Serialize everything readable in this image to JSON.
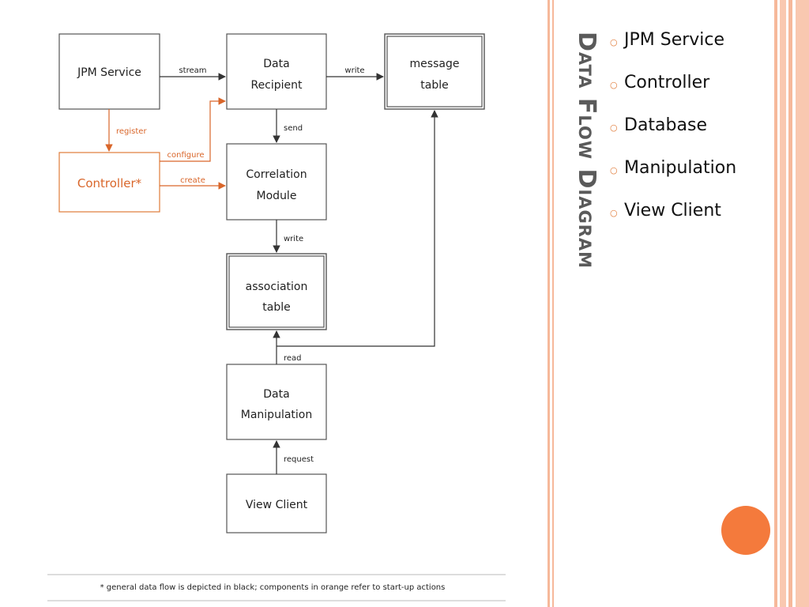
{
  "slide": {
    "title": "Data Flow Diagram",
    "bullets": [
      "JPM Service",
      "Controller",
      "Database",
      "Manipulation",
      "View Client"
    ]
  },
  "diagram": {
    "nodes": {
      "jpm_service": "JPM Service",
      "data_recipient": [
        "Data",
        "Recipient"
      ],
      "message_table": [
        "message",
        "table"
      ],
      "controller": "Controller*",
      "correlation_module": [
        "Correlation",
        "Module"
      ],
      "association_table": [
        "association",
        "table"
      ],
      "data_manipulation": [
        "Data",
        "Manipulation"
      ],
      "view_client": "View Client"
    },
    "edges": {
      "stream": "stream",
      "write_message": "write",
      "register": "register",
      "configure": "configure",
      "create": "create",
      "send": "send",
      "write_association": "write",
      "read": "read",
      "request": "request"
    },
    "footnote": "* general data flow is depicted in black; components in orange refer to start-up actions"
  },
  "colors": {
    "accent_orange": "#e07b39",
    "dot_orange": "#f47a3c",
    "stripe_peach": "#f9c8b0",
    "title_gray": "#5a5a5a"
  }
}
